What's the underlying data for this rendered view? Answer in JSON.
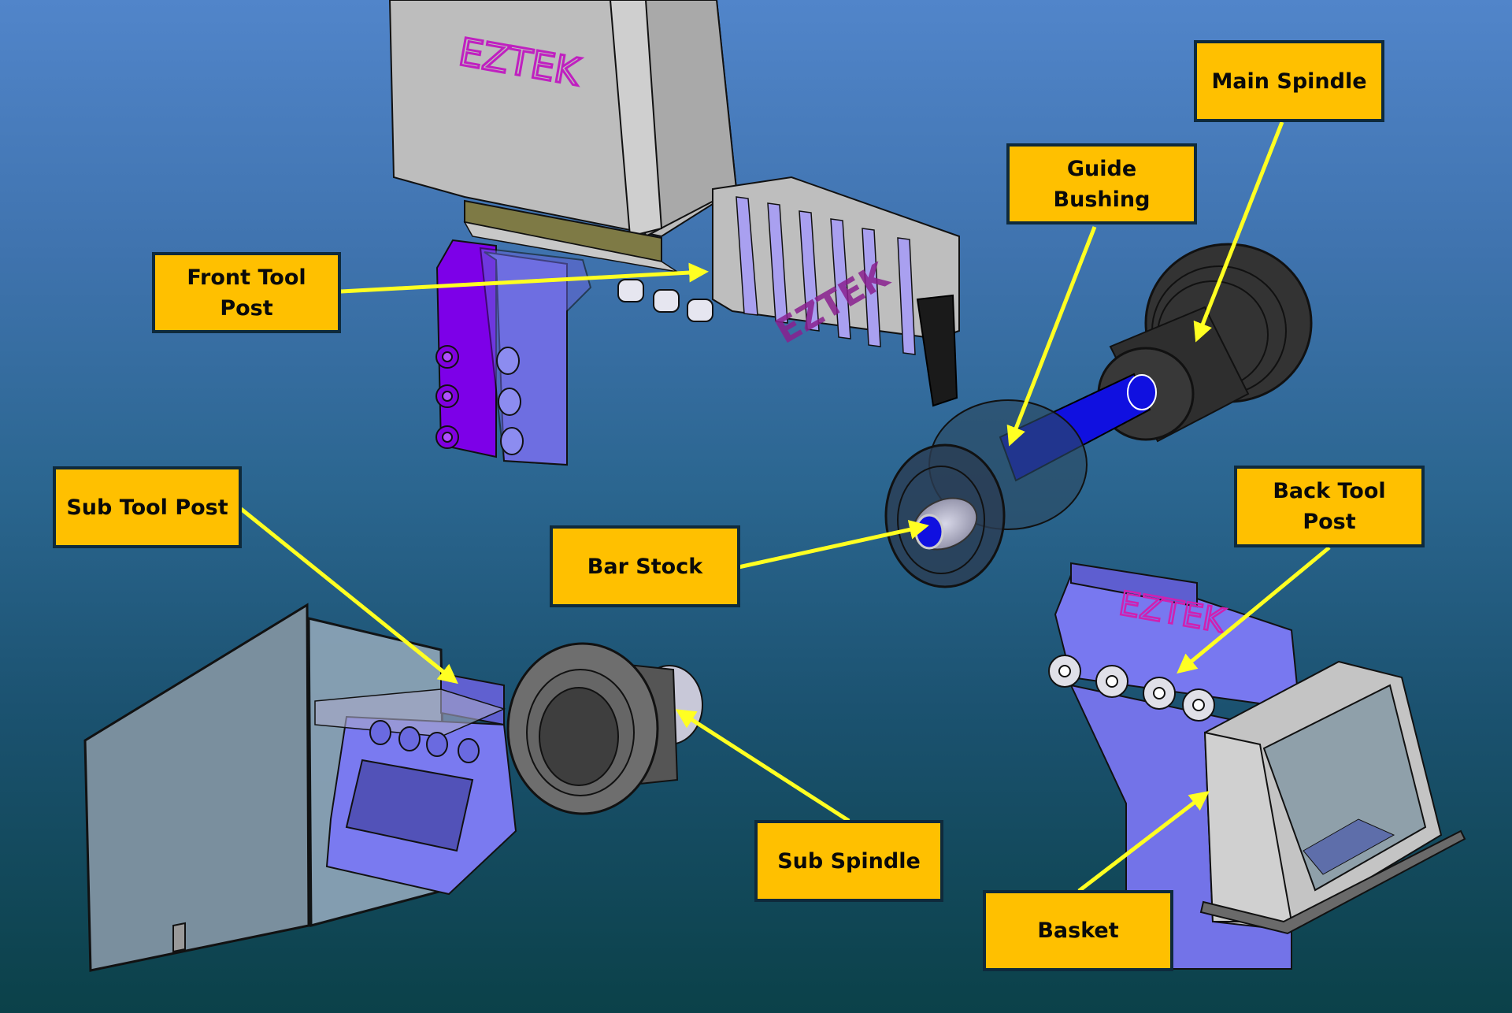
{
  "diagram": {
    "subject": "Swiss-type lathe component layout (CAD render)",
    "brand_markings": [
      "EZTEK",
      "EZTEK",
      "EZTEK"
    ],
    "colors": {
      "background_top": "#5185CA",
      "background_bottom": "#0B4149",
      "callout_fill": "#FFC000",
      "callout_border": "#0E2A3C",
      "leader_line": "#FFFF22",
      "brand_text": "#C020C0",
      "tool_post_purple": "#7070E8",
      "spindle_dark": "#2E2E2E",
      "bar_stock_blue": "#1010E0"
    }
  },
  "callouts": [
    {
      "id": "front-tool-post",
      "label": "Front Tool\nPost"
    },
    {
      "id": "guide-bushing",
      "label": "Guide\nBushing"
    },
    {
      "id": "main-spindle",
      "label": "Main Spindle"
    },
    {
      "id": "sub-tool-post",
      "label": "Sub Tool Post"
    },
    {
      "id": "bar-stock",
      "label": "Bar Stock"
    },
    {
      "id": "back-tool-post",
      "label": "Back Tool\nPost"
    },
    {
      "id": "sub-spindle",
      "label": "Sub Spindle"
    },
    {
      "id": "basket",
      "label": "Basket"
    }
  ]
}
